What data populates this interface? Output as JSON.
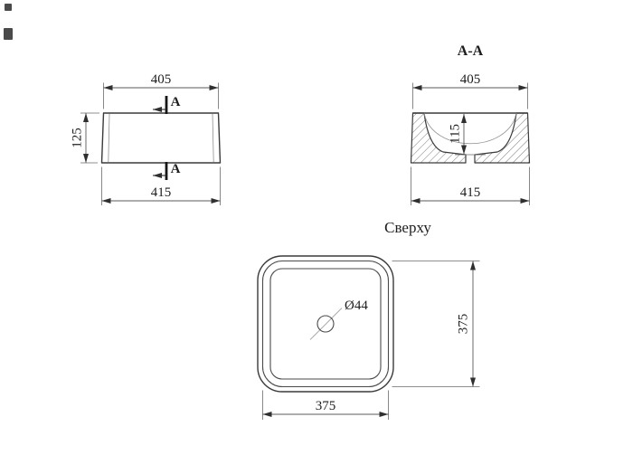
{
  "drawing": {
    "front_view": {
      "dim_top": "405",
      "dim_height": "125",
      "dim_bottom": "415",
      "section_label_top": "A",
      "section_label_bottom": "A"
    },
    "section_view": {
      "title": "A-A",
      "dim_top": "405",
      "dim_depth": "115",
      "dim_bottom": "415"
    },
    "top_view": {
      "title": "Сверху",
      "hole_label": "Ø44",
      "dim_width": "375",
      "dim_height": "375"
    }
  },
  "colors": {
    "background": "#ffffff",
    "object_line": "#3a3a3a",
    "dimension_line": "#5a5a5a",
    "text": "#1d1d1d"
  }
}
